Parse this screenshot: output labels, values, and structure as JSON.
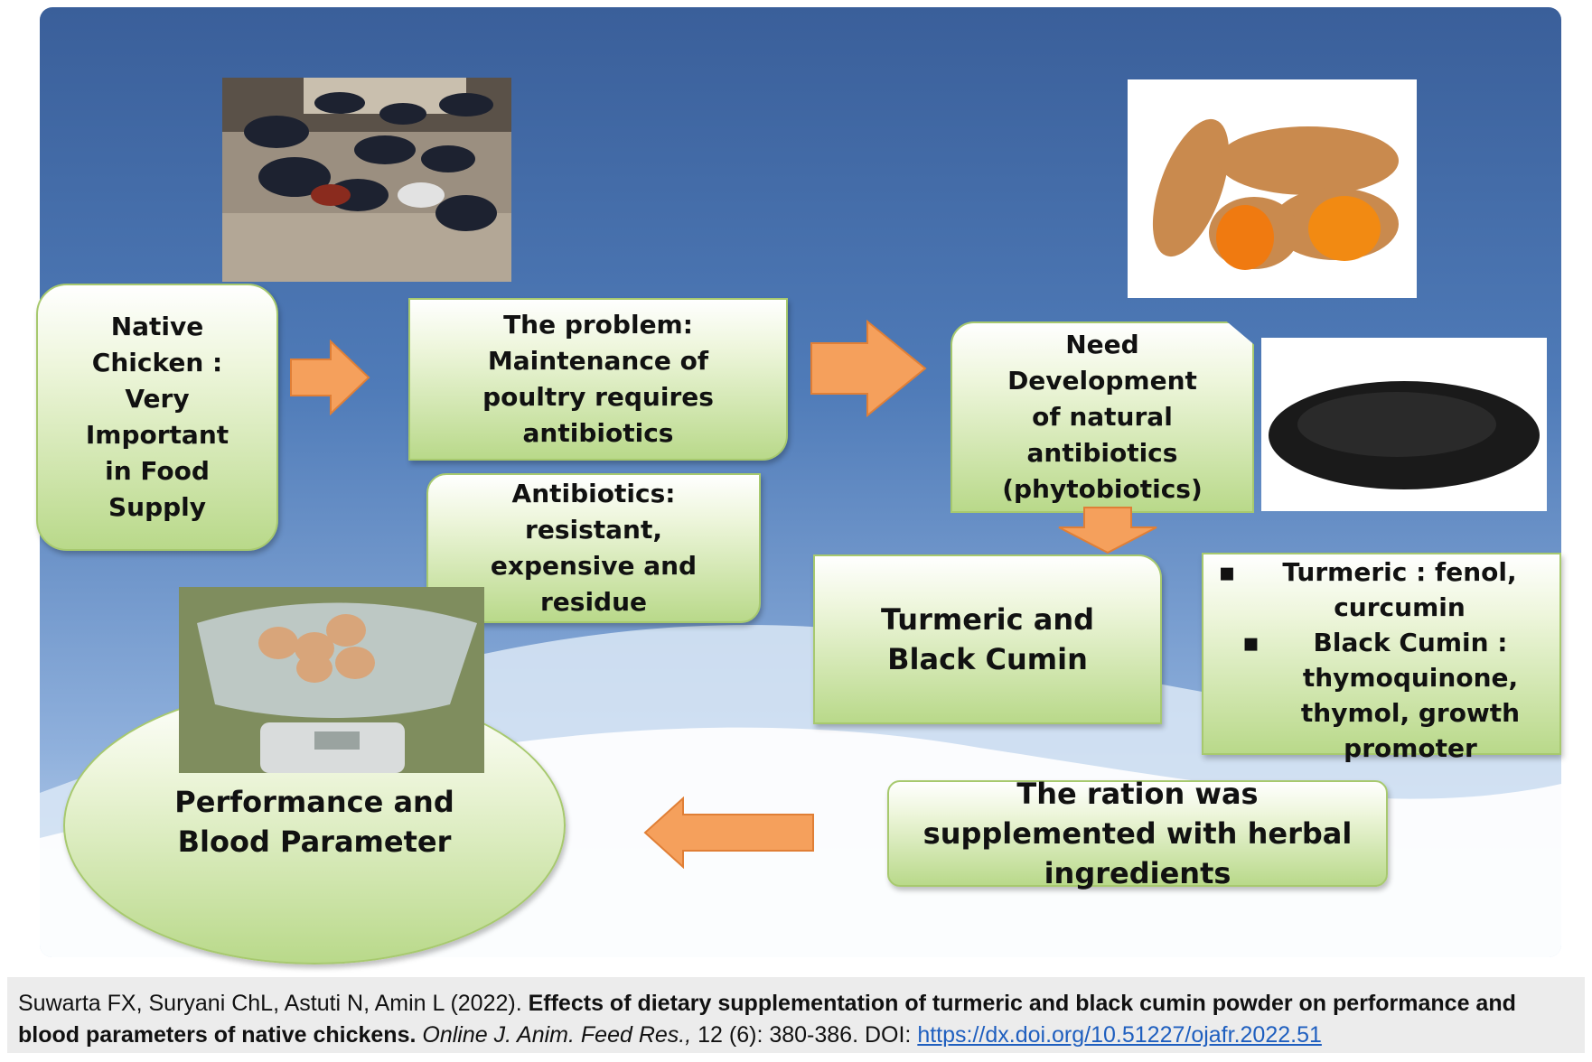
{
  "boxes": {
    "native_chicken": "Native\nChicken :\nVery\nImportant\nin Food\nSupply",
    "problem": "The problem:\nMaintenance of\npoultry requires\nantibiotics",
    "antibiotics": "Antibiotics:\nresistant,\nexpensive and\nresidue",
    "need_development": "Need\nDevelopment\nof natural\nantibiotics\n(phytobiotics)",
    "turmeric_black_cumin": "Turmeric and\nBlack Cumin",
    "compounds": [
      {
        "bullet": "▪",
        "text": "Turmeric : fenol, curcumin"
      },
      {
        "bullet": "▪",
        "text": "Black Cumin : thymoquinone, thymol, growth promoter"
      }
    ],
    "ration": "The ration was\nsupplemented with herbal\ningredients",
    "performance": "Performance and\nBlood Parameter"
  },
  "images": [
    "chickens-photo",
    "turmeric-photo",
    "black-cumin-seeds-photo",
    "eggs-on-scale-photo"
  ],
  "colors": {
    "box_fill": "#b9d98a",
    "arrow": "#f5a05c",
    "background": "#4f7bb8"
  },
  "caption": {
    "authors": "Suwarta FX, Suryani ChL, Astuti N, Amin L (2022).",
    "title": "Effects of dietary supplementation of turmeric and black cumin powder on performance and blood parameters of native chickens.",
    "journal": "Online J. Anim. Feed Res.,",
    "volume": "12 (6): 380-386. DOI:",
    "doi": "https://dx.doi.org/10.51227/ojafr.2022.51"
  }
}
